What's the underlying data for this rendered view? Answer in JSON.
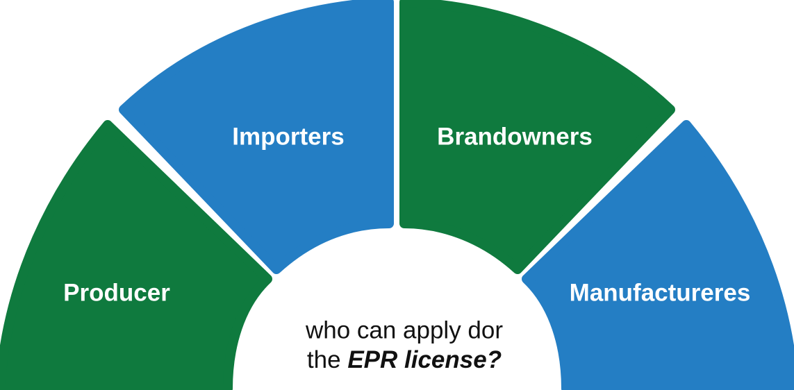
{
  "segments": [
    {
      "label": "Producer",
      "color": "#0f7a3e"
    },
    {
      "label": "Importers",
      "color": "#247ec4"
    },
    {
      "label": "Brandowners",
      "color": "#0f7a3e"
    },
    {
      "label": "Manufactureres",
      "color": "#247ec4"
    }
  ],
  "center": {
    "line1": "who can apply dor",
    "line2_prefix": "the ",
    "line2_emphasis": "EPR license?"
  }
}
